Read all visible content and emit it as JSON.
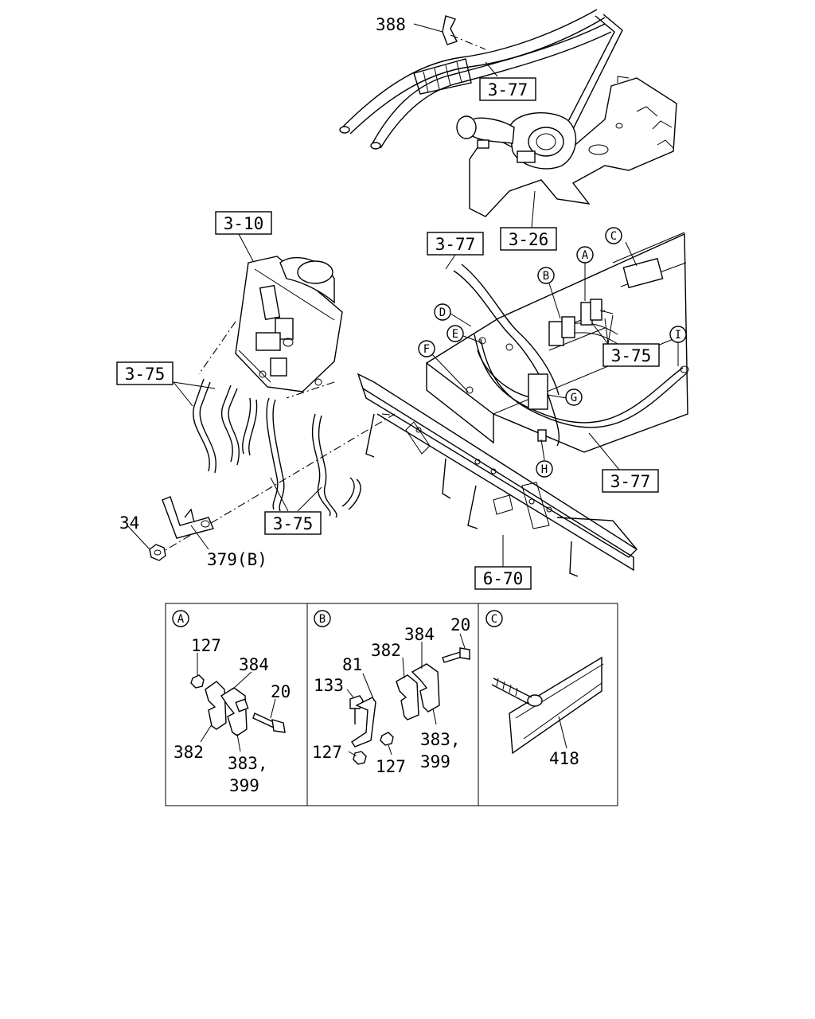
{
  "labels": {
    "p388": "388",
    "p34": "34",
    "p379b": "379(B)",
    "a127": "127",
    "a384": "384",
    "a20": "20",
    "a382": "382",
    "a383": "383,",
    "a399": "399",
    "b384": "384",
    "b20": "20",
    "b382": "382",
    "b81": "81",
    "b133": "133",
    "b127a": "127",
    "b127b": "127",
    "b383": "383,",
    "b399": "399",
    "c418": "418"
  },
  "refs": {
    "r377_top": "3-77",
    "r326": "3-26",
    "r310": "3-10",
    "r377_mid": "3-77",
    "r375_left": "3-75",
    "r375_right": "3-75",
    "r377_bot": "3-77",
    "r375_bot": "3-75",
    "r670": "6-70"
  },
  "callouts": {
    "A": "A",
    "B": "B",
    "C": "C",
    "D": "D",
    "E": "E",
    "F": "F",
    "G": "G",
    "H": "H",
    "I": "I"
  },
  "panels": {
    "A": "A",
    "B": "B",
    "C": "C"
  }
}
